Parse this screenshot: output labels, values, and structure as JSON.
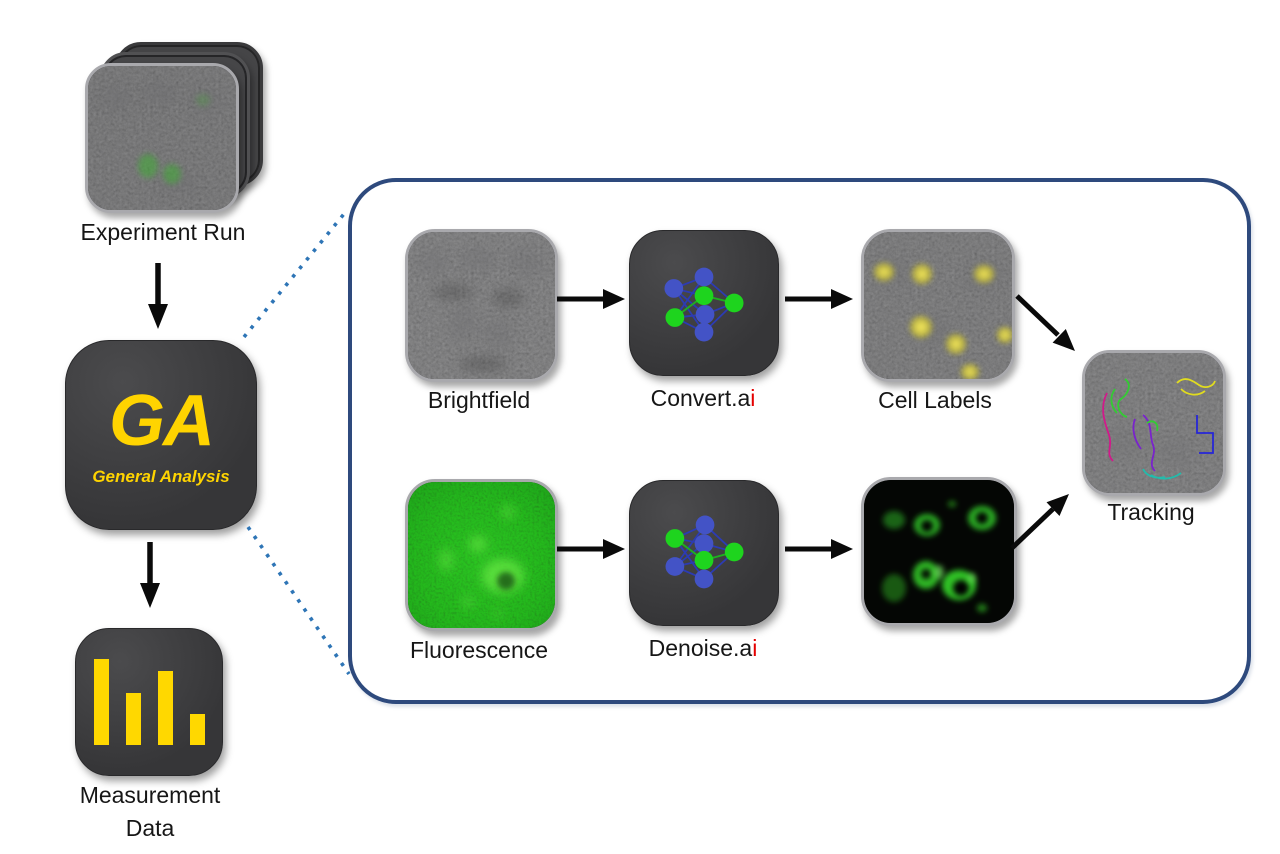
{
  "left_flow": {
    "experiment_run_label": "Experiment Run",
    "ga_abbr": "GA",
    "ga_subtitle": "General Analysis",
    "measurement_label": "Measurement\nData"
  },
  "workflow_panel": {
    "brightfield_label": "Brightfield",
    "convert_label_base": "Convert.a",
    "convert_label_suffix": "i",
    "cell_labels_label": "Cell Labels",
    "fluorescence_label": "Fluorescence",
    "denoise_label_base": "Denoise.a",
    "denoise_label_suffix": "i",
    "tracking_label": "Tracking"
  },
  "icons": {
    "experiment_run": "image-stack-icon",
    "ga_app": "ga-app-tile",
    "measurement_data": "bar-chart-icon",
    "convert_ai": "neural-network-icon",
    "denoise_ai": "neural-network-icon"
  },
  "colors": {
    "accent_yellow": "#FFD400",
    "panel_border": "#2E4A7D",
    "dotted_connector": "#2E75B6",
    "node_blue": "#4353C6",
    "node_green": "#1ED41E",
    "ai_suffix_red": "#E40000",
    "tile_dark": "#3B3B3D",
    "arrow_black": "#0A0A0A"
  }
}
